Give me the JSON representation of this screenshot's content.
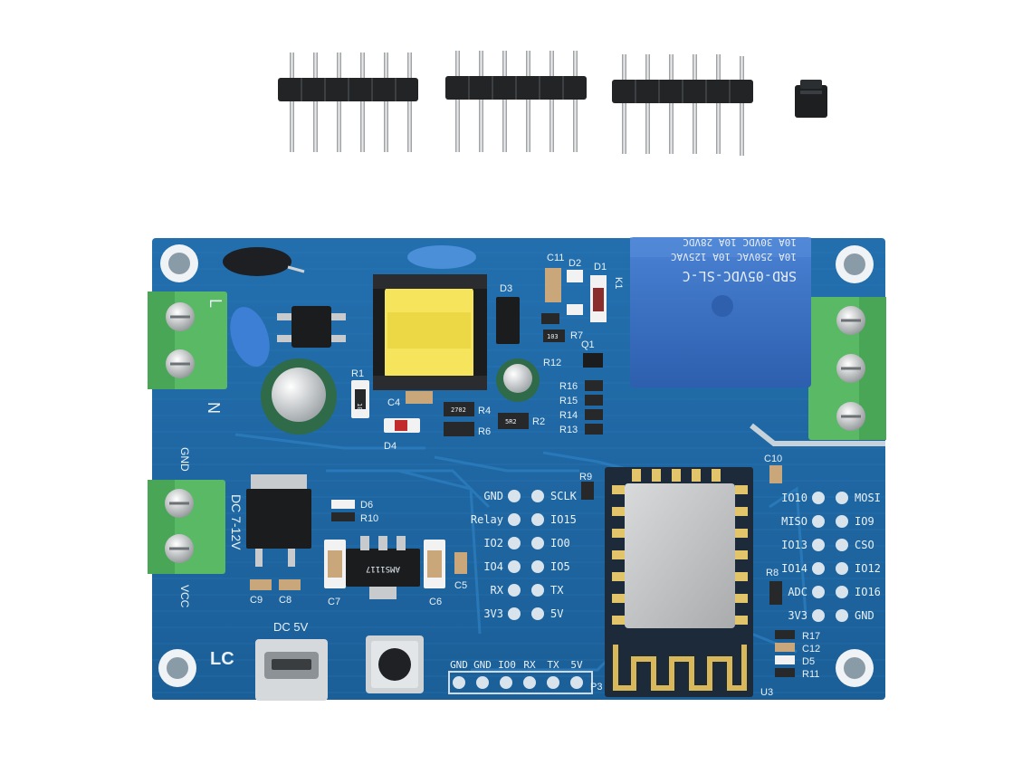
{
  "pcb": {
    "brand": "LC",
    "left_labels": {
      "live": "L",
      "neutral": "N",
      "gnd": "GND",
      "dc_in": "DC 7-12V",
      "vcc": "VCC"
    },
    "usb_label": "DC 5V",
    "refs": [
      "R1",
      "C4",
      "D4",
      "R4",
      "R6",
      "R2",
      "D3",
      "C11",
      "D2",
      "D1",
      "R7",
      "R12",
      "Q1",
      "K1",
      "R16",
      "R15",
      "R14",
      "R13",
      "C10",
      "R9",
      "D6",
      "R10",
      "C9",
      "C8",
      "C7",
      "C6",
      "C5",
      "R8",
      "R17",
      "C12",
      "D5",
      "R11",
      "U3",
      "P3"
    ],
    "header_left_left": [
      "GND",
      "Relay",
      "IO2",
      "IO4",
      "RX",
      "3V3"
    ],
    "header_left_right": [
      "SCLK",
      "IO15",
      "IO0",
      "IO5",
      "TX",
      "5V"
    ],
    "header_right_left": [
      "IO10",
      "MISO",
      "IO13",
      "IO14",
      "ADC",
      "3V3"
    ],
    "header_right_right": [
      "MOSI",
      "IO9",
      "CSO",
      "IO12",
      "IO16",
      "GND"
    ],
    "bottom_header": [
      "GND",
      "GND",
      "IO0",
      "RX",
      "TX",
      "5V"
    ],
    "relay_lines": [
      "SRD-05VDC-SL-C",
      "10A 250VAC  10A 125VAC",
      "10A 30VDC   10A 28VDC"
    ],
    "ldo_marking": "AMS1117",
    "smd_codes": [
      "10G",
      "2702",
      "5R2",
      "103"
    ]
  },
  "colors": {
    "pcb": "#1f6aa5",
    "pcb_trace": "#2a7ab8",
    "terminal": "#59b964",
    "relay": "#3c73c6",
    "transformer": "#f5e45c"
  }
}
